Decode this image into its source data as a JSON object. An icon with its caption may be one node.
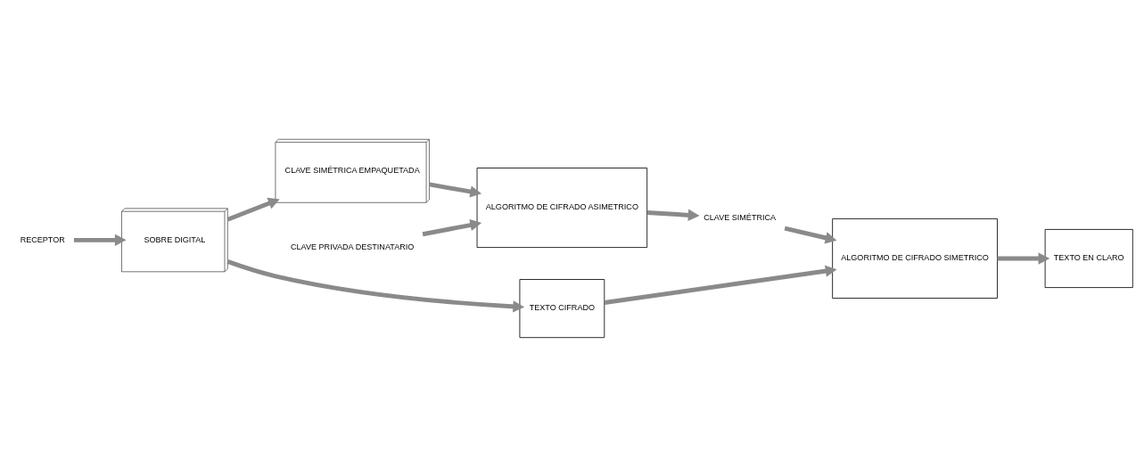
{
  "diagram": {
    "nodes": [
      {
        "text": [
          "RECEPTOR"
        ]
      },
      {
        "text": [
          "SOBRE DIGITAL"
        ]
      },
      {
        "text": [
          "CLAVE SIMÉTRICA EMPAQUETADA"
        ]
      },
      {
        "text": [
          "ALGORITMO DE CIFRADO ASIMETRICO"
        ]
      },
      {
        "text": [
          "CLAVE PRIVADA DESTINATARIO"
        ]
      },
      {
        "text": [
          "CLAVE SIMÉTRICA"
        ]
      },
      {
        "text": [
          "TEXTO CIFRADO"
        ]
      },
      {
        "text": [
          "ALGORITMO DE CIFRADO SIMETRICO"
        ]
      },
      {
        "text": [
          "TEXTO EN CLARO"
        ]
      }
    ],
    "edges": [
      {
        "from": 0,
        "to": 1,
        "arrow": "to"
      },
      {
        "from": 1,
        "to": 2,
        "arrow": "to"
      },
      {
        "from": 1,
        "to": 6,
        "arrow": "to"
      },
      {
        "from": 2,
        "to": 3,
        "arrow": "to"
      },
      {
        "from": 4,
        "to": 3,
        "arrow": "to"
      },
      {
        "from": 3,
        "to": 5,
        "arrow": "to"
      },
      {
        "from": 5,
        "to": 7,
        "arrow": "to"
      },
      {
        "from": 6,
        "to": 7,
        "arrow": "to"
      },
      {
        "from": 7,
        "to": 8,
        "arrow": "to"
      }
    ]
  }
}
